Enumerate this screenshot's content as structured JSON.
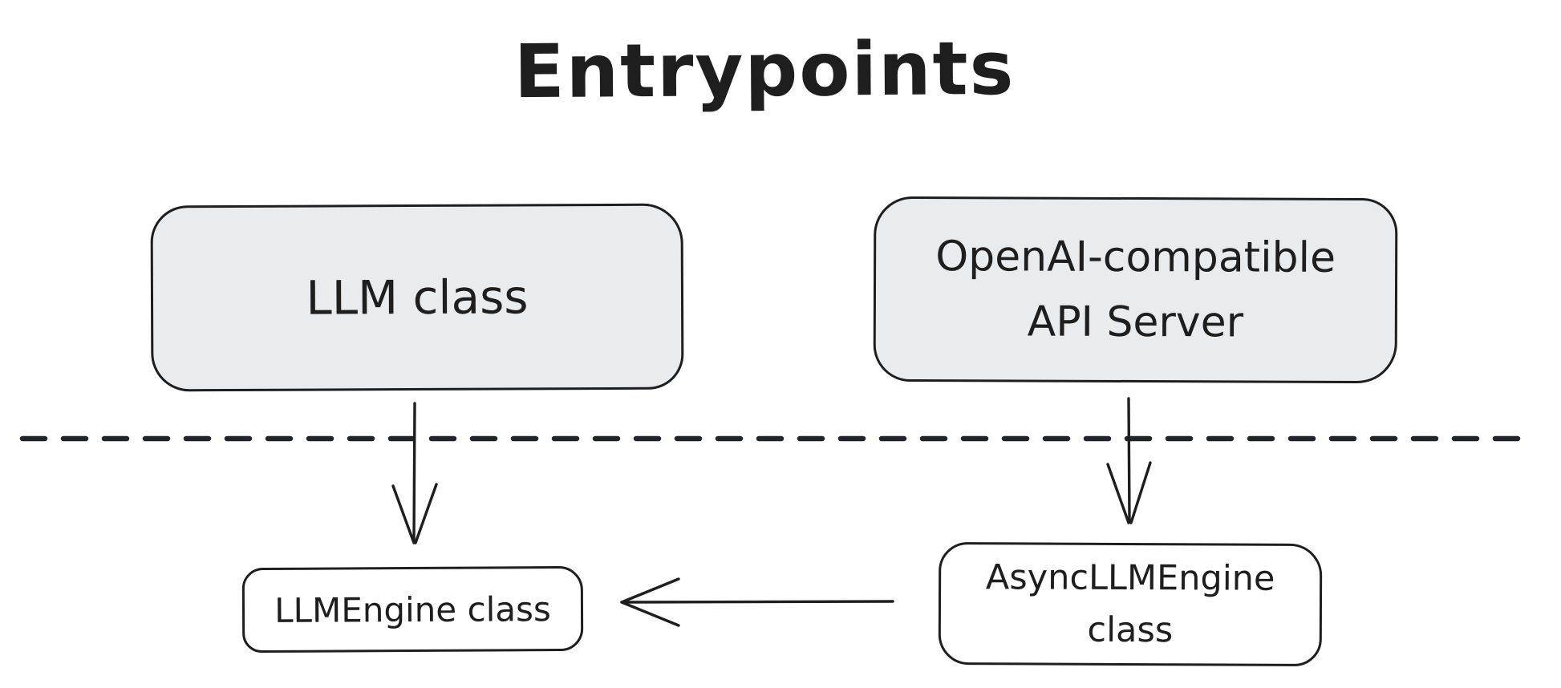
{
  "diagram": {
    "title": "Entrypoints",
    "nodes": [
      {
        "id": "llm-class",
        "label": "LLM class",
        "fill": "#e9ecef",
        "section": "above-divider"
      },
      {
        "id": "openai-api-server",
        "label": "OpenAI-compatible API Server",
        "fill": "#e9ecef",
        "section": "above-divider"
      },
      {
        "id": "llmengine-class",
        "label": "LLMEngine class",
        "fill": "#ffffff",
        "section": "below-divider"
      },
      {
        "id": "asyncllmengine-class",
        "label": "AsyncLLMEngine class",
        "fill": "#ffffff",
        "section": "below-divider"
      }
    ],
    "edges": [
      {
        "from": "LLM class",
        "to": "LLMEngine class",
        "type": "arrow-down"
      },
      {
        "from": "OpenAI-compatible API Server",
        "to": "AsyncLLMEngine class",
        "type": "arrow-down"
      },
      {
        "from": "AsyncLLMEngine class",
        "to": "LLMEngine class",
        "type": "arrow-left"
      },
      {
        "type": "dashed-divider",
        "orientation": "horizontal"
      }
    ],
    "colors": {
      "stroke": "#1e1e1e",
      "node_fill_gray": "#e9ecef",
      "node_fill_white": "#ffffff",
      "background": "#ffffff"
    }
  }
}
